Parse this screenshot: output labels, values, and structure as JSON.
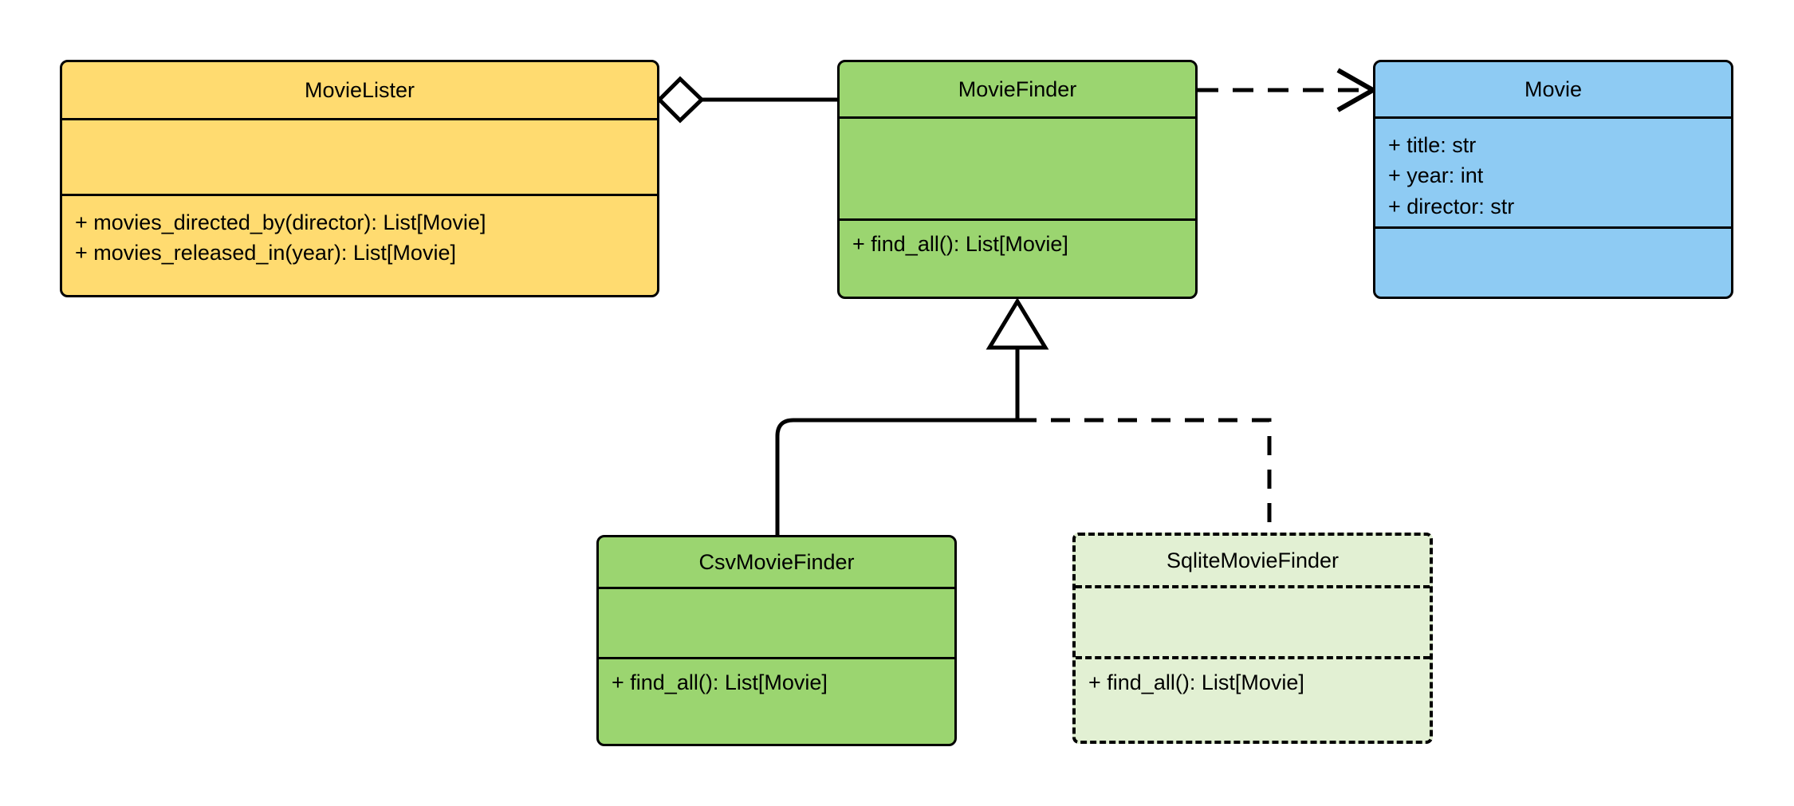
{
  "diagram": {
    "title": "Movie finder UML class diagram",
    "colors": {
      "class_yellow": "#FFDB70",
      "class_green": "#9BD570",
      "class_blue": "#8ECBF3",
      "class_pale_green": "#E2F0D3",
      "stroke": "#000000",
      "background": "#FFFFFF"
    }
  },
  "classes": {
    "movielister": {
      "name": "MovieLister",
      "attributes": [],
      "methods": [
        "+ movies_directed_by(director): List[Movie]",
        "+ movies_released_in(year): List[Movie]"
      ]
    },
    "moviefinder": {
      "name": "MovieFinder",
      "attributes": [],
      "methods": [
        "+ find_all(): List[Movie]"
      ]
    },
    "movie": {
      "name": "Movie",
      "attributes": [
        "+ title: str",
        "+ year: int",
        "+ director: str"
      ],
      "methods": []
    },
    "csvmoviefinder": {
      "name": "CsvMovieFinder",
      "attributes": [],
      "methods": [
        "+ find_all(): List[Movie]"
      ]
    },
    "sqlitemoviefinder": {
      "name": "SqliteMovieFinder",
      "attributes": [],
      "methods": [
        "+ find_all(): List[Movie]"
      ]
    }
  },
  "relationships": [
    {
      "id": "aggregation-movielister-moviefinder",
      "type": "aggregation",
      "source": "MovieLister",
      "target": "MovieFinder",
      "line_style": "solid",
      "source_decoration": "hollow-diamond"
    },
    {
      "id": "dependency-moviefinder-movie",
      "type": "dependency",
      "source": "MovieFinder",
      "target": "Movie",
      "line_style": "dashed",
      "target_decoration": "open-arrow"
    },
    {
      "id": "generalization-csvmoviefinder-moviefinder",
      "type": "generalization",
      "source": "CsvMovieFinder",
      "target": "MovieFinder",
      "line_style": "solid",
      "target_decoration": "hollow-triangle"
    },
    {
      "id": "generalization-sqlitemoviefinder-moviefinder",
      "type": "generalization",
      "source": "SqliteMovieFinder",
      "target": "MovieFinder",
      "line_style": "dashed",
      "target_decoration": "hollow-triangle"
    }
  ]
}
